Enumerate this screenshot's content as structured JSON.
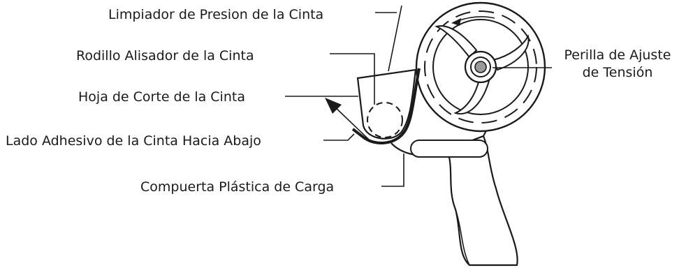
{
  "diagram": {
    "labels": {
      "pressure_wiper": "Limpiador de Presion de la Cinta",
      "smoothing_roller": "Rodillo Alisador de la Cinta",
      "cutting_blade": "Hoja de Corte de la Cinta",
      "adhesive_side": "Lado Adhesivo de la Cinta Hacia Abajo",
      "loading_gate": "Compuerta Plástica de Carga",
      "tension_knob_line1": "Perilla de Ajuste",
      "tension_knob_line2": "de Tensión"
    },
    "colors": {
      "stroke": "#1a1a1a",
      "knob_fill": "#9a9a9a",
      "background": "#ffffff"
    }
  }
}
